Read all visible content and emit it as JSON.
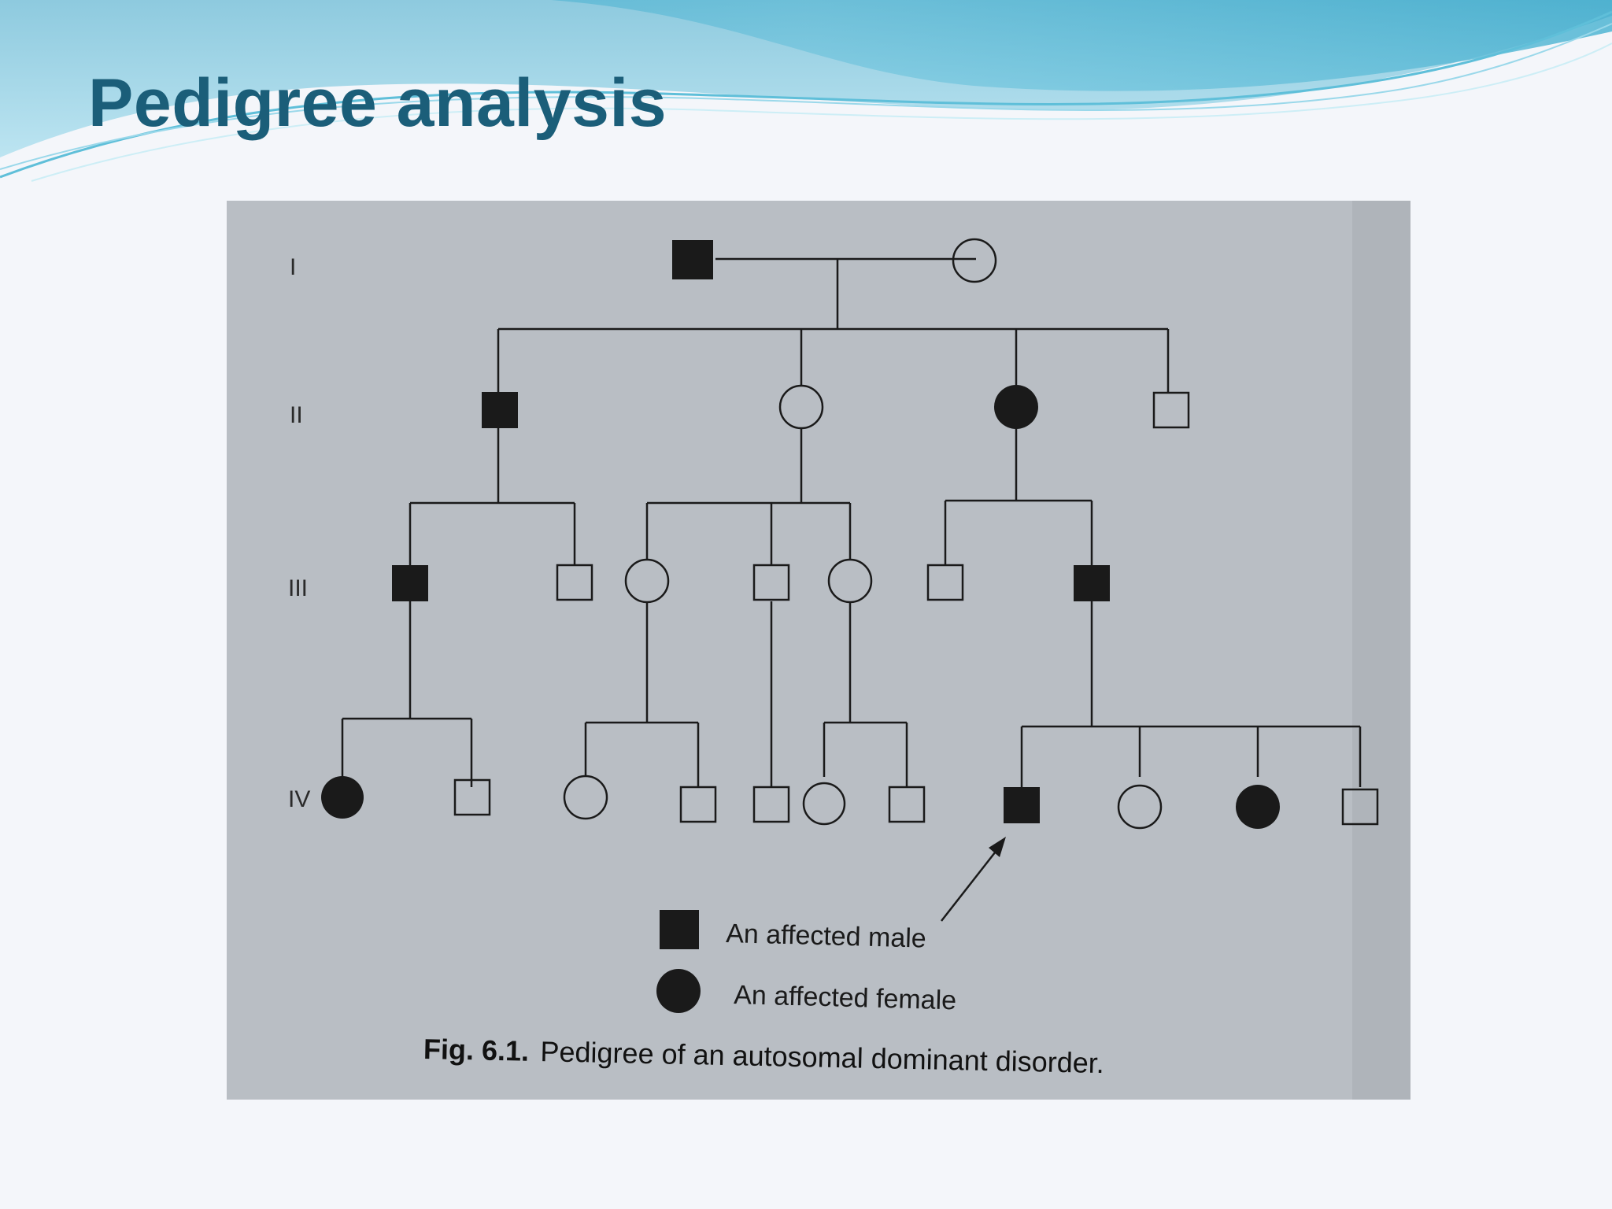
{
  "slide": {
    "title": "Pedigree analysis",
    "colors": {
      "title": "#1b5e79",
      "wave_light": "#bfe6f2",
      "wave_mid": "#7ccfe2",
      "wave_dark": "#39a9c9"
    }
  },
  "figure": {
    "generation_labels": [
      "I",
      "II",
      "III",
      "IV"
    ],
    "legend": {
      "affected_male": "An affected male",
      "affected_female": "An affected female"
    },
    "caption": {
      "number": "Fig. 6.1.",
      "text": "Pedigree of an autosomal dominant disorder."
    },
    "symbols_key": {
      "square": "male",
      "circle": "female",
      "filled": "affected",
      "open": "unaffected"
    },
    "generations": [
      {
        "label": "I",
        "individuals": [
          {
            "sex": "male",
            "affected": true
          },
          {
            "sex": "female",
            "affected": false
          }
        ]
      },
      {
        "label": "II",
        "individuals": [
          {
            "sex": "male",
            "affected": true
          },
          {
            "sex": "female",
            "affected": false
          },
          {
            "sex": "female",
            "affected": true
          },
          {
            "sex": "male",
            "affected": false
          }
        ]
      },
      {
        "label": "III",
        "individuals": [
          {
            "sex": "male",
            "affected": true
          },
          {
            "sex": "male",
            "affected": false
          },
          {
            "sex": "female",
            "affected": false
          },
          {
            "sex": "male",
            "affected": false
          },
          {
            "sex": "female",
            "affected": false
          },
          {
            "sex": "male",
            "affected": false
          },
          {
            "sex": "male",
            "affected": true
          }
        ]
      },
      {
        "label": "IV",
        "individuals": [
          {
            "sex": "female",
            "affected": true
          },
          {
            "sex": "male",
            "affected": false
          },
          {
            "sex": "female",
            "affected": false
          },
          {
            "sex": "male",
            "affected": false
          },
          {
            "sex": "male",
            "affected": false
          },
          {
            "sex": "female",
            "affected": false
          },
          {
            "sex": "male",
            "affected": false
          },
          {
            "sex": "male",
            "affected": true,
            "proband": true
          },
          {
            "sex": "female",
            "affected": false
          },
          {
            "sex": "female",
            "affected": true
          },
          {
            "sex": "male",
            "affected": false
          }
        ]
      }
    ]
  }
}
